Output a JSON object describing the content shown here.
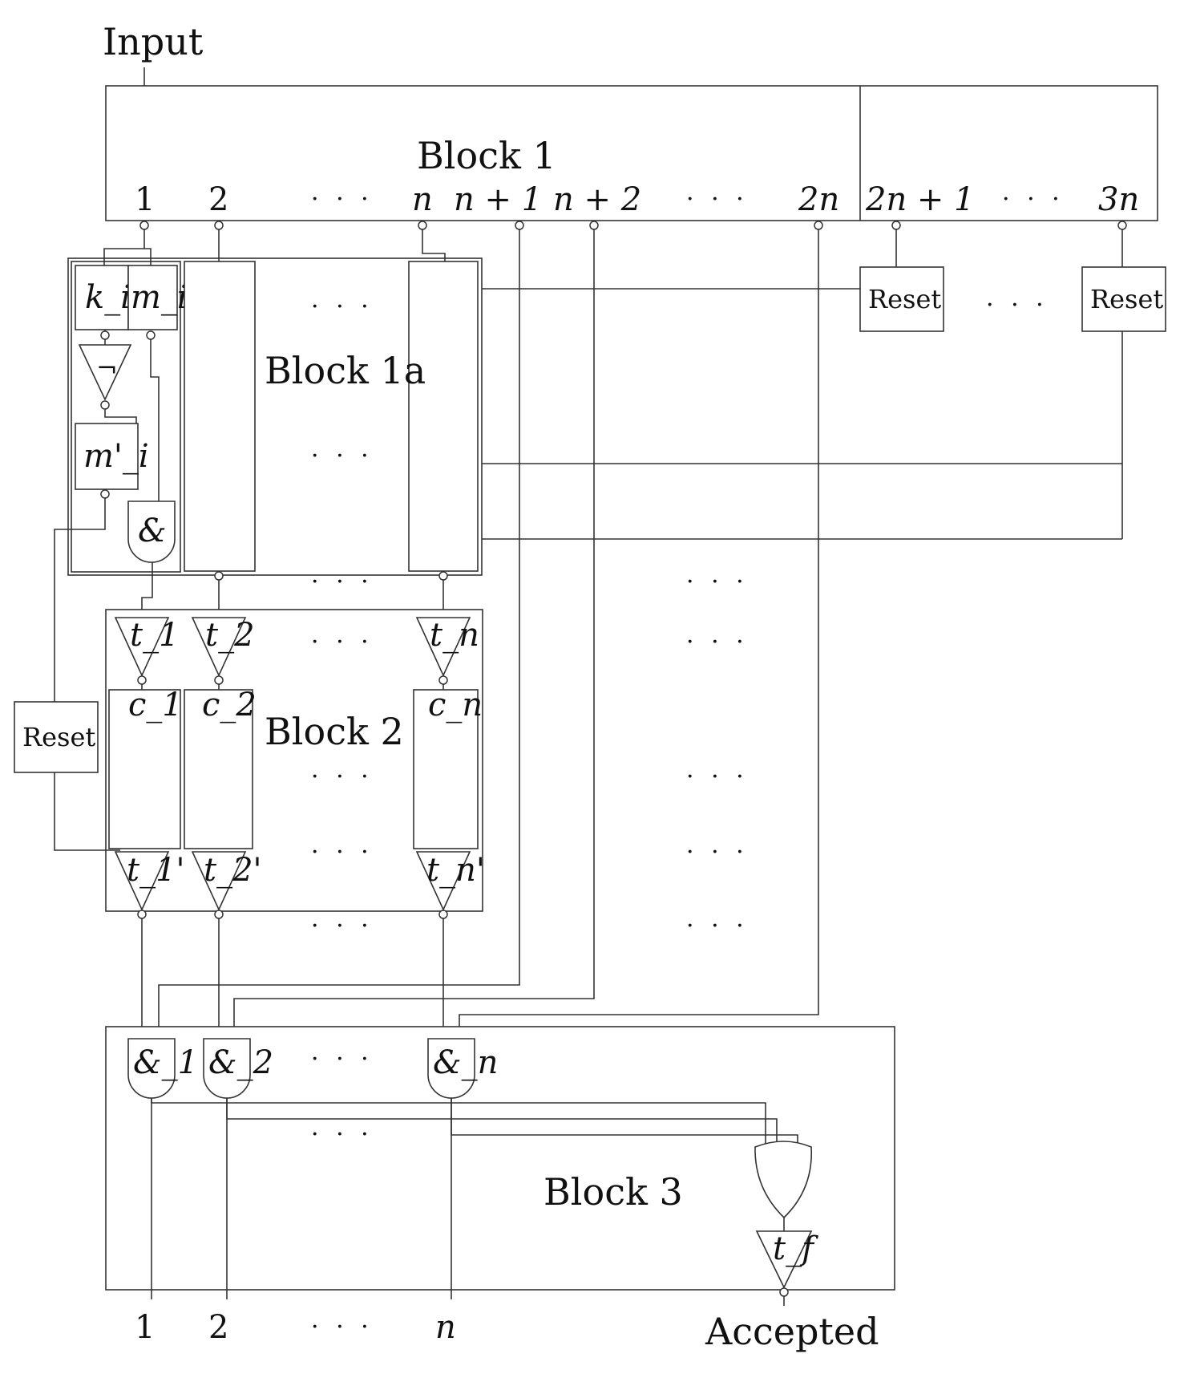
{
  "input_label": "Input",
  "output_label": "Accepted",
  "blocks": {
    "block1": "Block 1",
    "block1a": "Block 1a",
    "block2": "Block 2",
    "block3": "Block 3"
  },
  "block1_ports": [
    "1",
    "2",
    "n",
    "n + 1",
    "n + 2",
    "2n",
    "2n + 1",
    "3n"
  ],
  "reset_label": "Reset",
  "cells": {
    "k": "k_i",
    "m": "m_i",
    "m_prime": "m'_i",
    "not_symbol": "¬",
    "and_symbol": "&"
  },
  "timers_top": [
    "t_1",
    "t_2",
    "t_n"
  ],
  "timers_bottom": [
    "t_1'",
    "t_2'",
    "t_n'"
  ],
  "counters": [
    "c_1",
    "c_2",
    "c_n"
  ],
  "and_gates": [
    "&_1",
    "&_2",
    "&_n"
  ],
  "final_timer": "t_f",
  "outputs": [
    "1",
    "2",
    "n"
  ],
  "ellipsis": "· · ·"
}
